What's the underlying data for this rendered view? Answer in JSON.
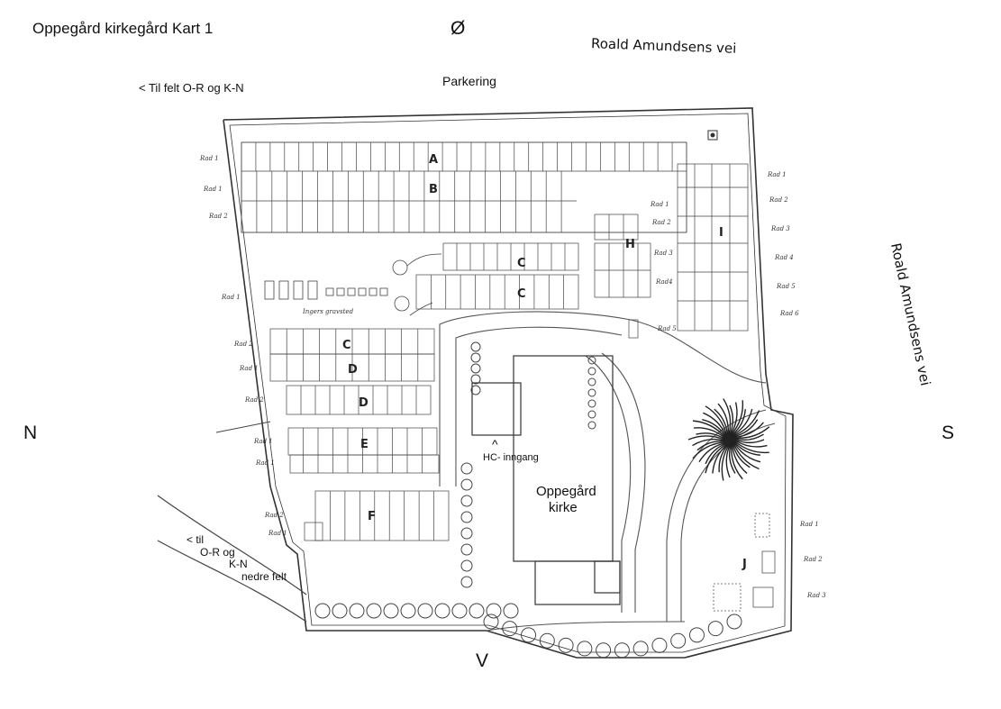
{
  "map": {
    "title": "Oppegård kirkegård Kart 1",
    "compass": {
      "east": "Ø",
      "west": "V",
      "north": "N",
      "south": "S"
    },
    "streets": {
      "top": "Roald Amundsens vei",
      "right": "Roald Amundsens vei"
    },
    "parking": "Parkering",
    "top_left_note": "< Til felt O-R og K-N",
    "bottom_left_note": [
      "< til",
      "O-R og",
      "K-N",
      "nedre felt"
    ],
    "church_name": [
      "Oppegård",
      "kirke"
    ],
    "hc_entrance": "HC- inngang",
    "hc_arrow": "^",
    "field_letters": {
      "A": "A",
      "B": "B",
      "C1": "C",
      "C2": "C",
      "C3": "C",
      "D1": "D",
      "D2": "D",
      "E": "E",
      "F": "F",
      "H": "H",
      "I": "I",
      "J": "J"
    },
    "row_labels": {
      "rad1": "Rad 1",
      "rad2": "Rad 2",
      "rad3": "Rad 3",
      "rad4": "Rad 4",
      "rad5": "Rad 5",
      "rad6": "Rad 6",
      "rad4b": "Rad4"
    },
    "ingers_gravsted": "Ingers gravsted",
    "colors": {
      "ink": "#222222",
      "paper": "#ffffff",
      "grid": "#555555"
    }
  }
}
